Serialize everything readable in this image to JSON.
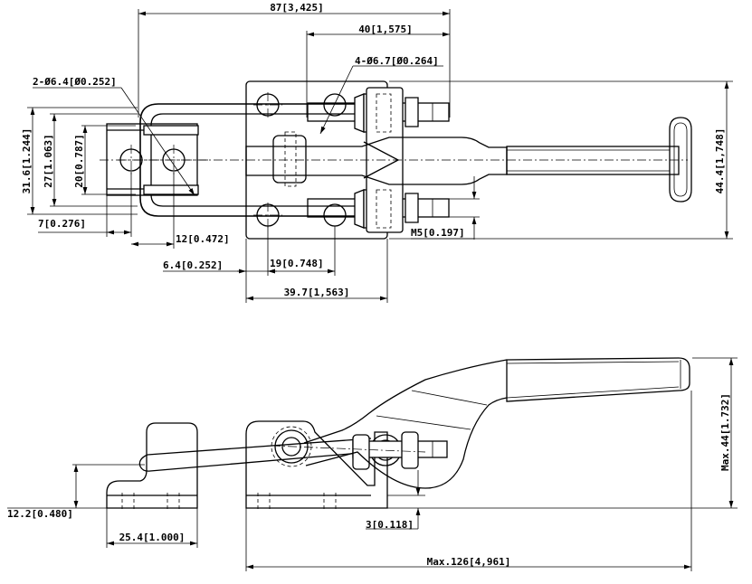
{
  "dimensions": {
    "overall_length": "87[3,425]",
    "handle_offset": "40[1,575]",
    "bolt_holes": "4-Ø6.7[Ø0.264]",
    "plate_holes": "2-Ø6.4[Ø0.252]",
    "width_31_6": "31.6[1.244]",
    "width_27": "27[1.063]",
    "width_20": "20[0.787]",
    "edge_7": "7[0.276]",
    "offset_12": "12[0.472]",
    "offset_6_4": "6.4[0.252]",
    "spacing_19": "19[0.748]",
    "length_39_7": "39.7[1,563]",
    "thread": "M5[0.197]",
    "height_44_4": "44.4[1,748]",
    "hook_height": "12.2[0.480]",
    "plate_length": "25.4[1.000]",
    "base_step": "3[0.118]",
    "max_height": "Max.44[1.732]",
    "max_length": "Max.126[4,961]"
  }
}
